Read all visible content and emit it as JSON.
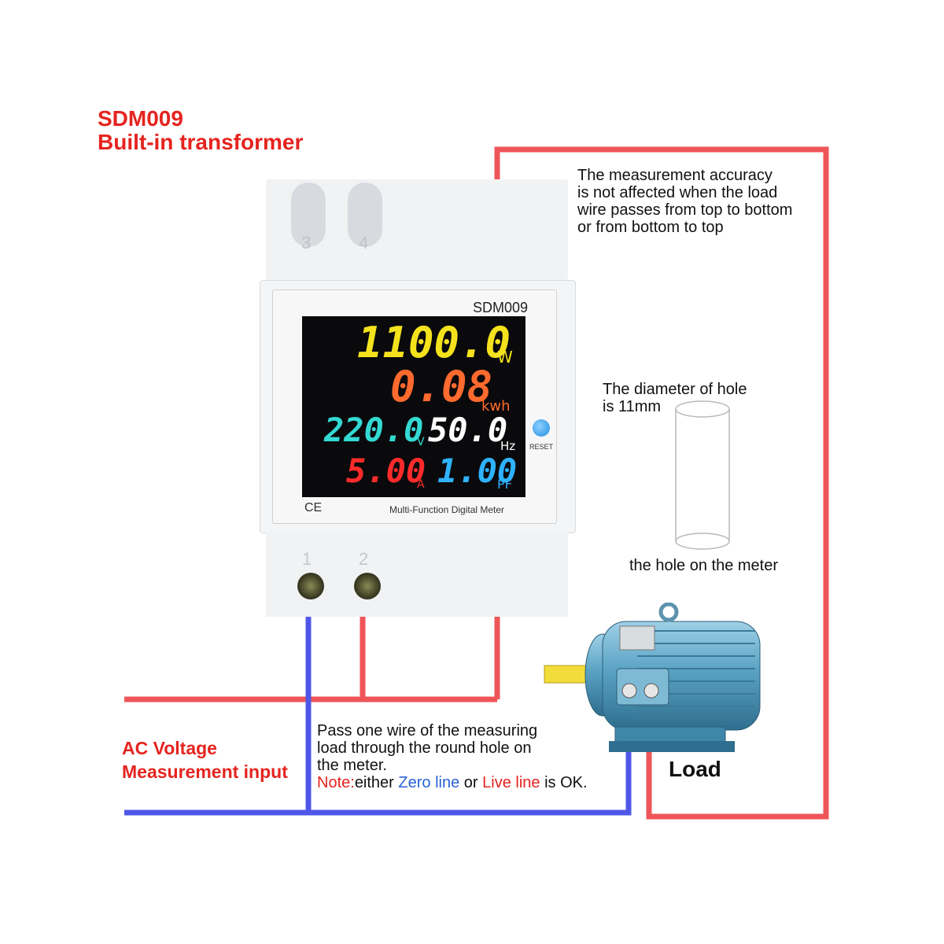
{
  "heading": {
    "line1": "SDM009",
    "line2": "Built-in transformer"
  },
  "meter": {
    "model": "SDM009",
    "terminals_top": [
      "3",
      "4"
    ],
    "terminals_bottom": [
      "1",
      "2"
    ],
    "ce_mark": "CE",
    "caption": "Multi-Function Digital Meter",
    "reset_label": "RESET",
    "readings": {
      "power": {
        "value": "1100.0",
        "unit": "W",
        "color": "#f4e21c"
      },
      "energy": {
        "value": "0.08",
        "unit": "kwh",
        "color": "#ff6a2e"
      },
      "voltage": {
        "value": "220.0",
        "unit": "V",
        "color": "#33d9d3"
      },
      "frequency": {
        "value": "50.0",
        "unit": "Hz",
        "color": "#ffffff"
      },
      "current": {
        "value": "5.00",
        "unit": "A",
        "color": "#ff2b2b"
      },
      "power_factor": {
        "value": "1.00",
        "unit": "PF",
        "color": "#2fb2ff"
      }
    }
  },
  "notes": {
    "accuracy": [
      "The measurement accuracy",
      "is not affected when the load",
      "wire passes from top to bottom",
      "or from bottom to top"
    ],
    "hole_diameter": [
      "The diameter of hole",
      "is 11mm"
    ],
    "hole_label": "the hole on the meter",
    "ac_input": [
      "AC Voltage",
      "Measurement input"
    ],
    "instructions": [
      "Pass one wire of the measuring",
      "load through the round hole on",
      "the meter."
    ],
    "note_prefix": "Note:",
    "note_either": "either ",
    "note_zero": "Zero line",
    "note_or": " or ",
    "note_live": "Live line",
    "note_ok": " is OK."
  },
  "load_label": "Load",
  "colors": {
    "live_wire": "#ef5558",
    "neutral_wire": "#4f57e8",
    "title_red": "#e5241f",
    "zero_blue": "#2a62d6"
  }
}
